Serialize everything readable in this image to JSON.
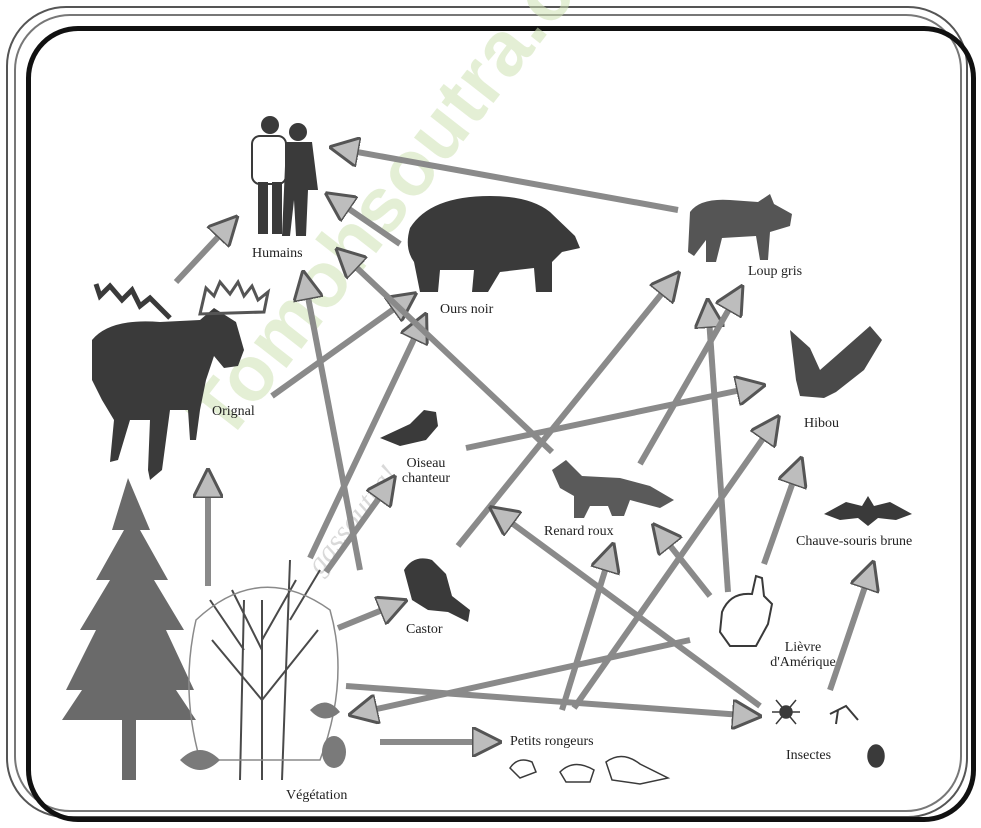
{
  "watermark": "Tomohsoutra.com",
  "watermark_sub": "gassoutra!",
  "organisms": {
    "humains": "Humains",
    "ours_noir": "Ours noir",
    "loup_gris": "Loup gris",
    "orignal": "Orignal",
    "hibou": "Hibou",
    "oiseau_line1": "Oiseau",
    "oiseau_line2": "chanteur",
    "renard_roux": "Renard roux",
    "chauve_souris": "Chauve-souris brune",
    "castor": "Castor",
    "lievre_line1": "Lièvre",
    "lievre_line2": "d'Amérique",
    "petits_rongeurs": "Petits rongeurs",
    "insectes": "Insectes",
    "vegetation": "Végétation"
  },
  "colors": {
    "frame": "#111111",
    "arrow_fill": "#bdbdbd",
    "arrow_stroke": "#555555",
    "silhouette": "#3a3a3a",
    "watermark": "#cfe2b4"
  }
}
